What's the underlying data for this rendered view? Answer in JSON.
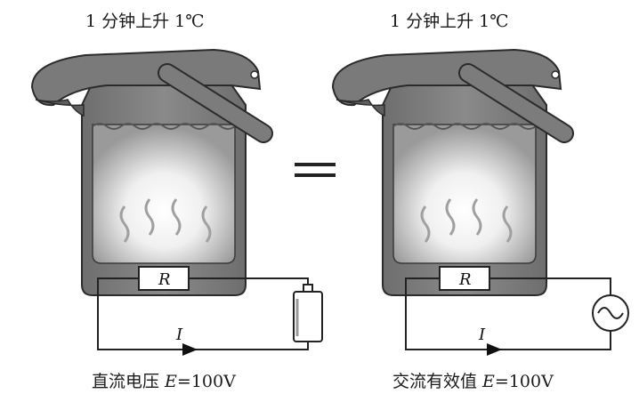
{
  "left": {
    "caption": "1 分钟上升 1℃",
    "resistor": "R",
    "current": "I",
    "label_text": "直流电压 ",
    "label_var": "E",
    "label_value": "=100V"
  },
  "right": {
    "caption": "1 分钟上升 1℃",
    "resistor": "R",
    "current": "I",
    "label_text": "交流有效值 ",
    "label_var": "E",
    "label_value": "=100V"
  },
  "colors": {
    "kettle_body": "#7d7d7d",
    "kettle_outline": "#2b2b2b",
    "water": "#bdbdbd",
    "glow": "#ffffff"
  }
}
